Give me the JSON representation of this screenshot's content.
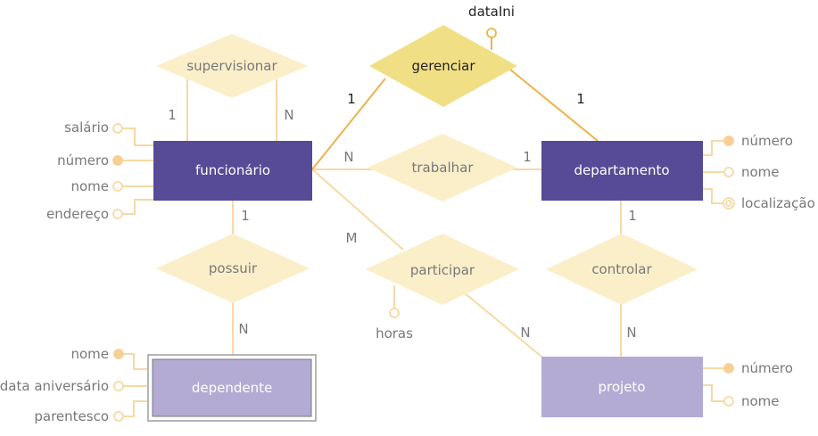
{
  "entities": {
    "funcionario": "funcionário",
    "departamento": "departamento",
    "dependente": "dependente",
    "projeto": "projeto"
  },
  "relationships": {
    "supervisionar": "supervisionar",
    "gerenciar": "gerenciar",
    "trabalhar": "trabalhar",
    "possuir": "possuir",
    "participar": "participar",
    "controlar": "controlar"
  },
  "attributes": {
    "funcionario": [
      "salário",
      "número",
      "nome",
      "endereço"
    ],
    "departamento": [
      "número",
      "nome",
      "localização"
    ],
    "dependente": [
      "nome",
      "data aniversário",
      "parentesco"
    ],
    "projeto": [
      "número",
      "nome"
    ],
    "gerenciar": "dataIni",
    "participar": "horas"
  },
  "cardinalities": {
    "supervisionar_left": "1",
    "supervisionar_right": "N",
    "gerenciar_funcionario": "1",
    "gerenciar_departamento": "1",
    "trabalhar_funcionario": "N",
    "trabalhar_departamento": "1",
    "participar_funcionario": "M",
    "participar_projeto": "N",
    "possuir_funcionario": "1",
    "possuir_dependente": "N",
    "controlar_departamento": "1",
    "controlar_projeto": "N"
  },
  "colors": {
    "strong_entity": "#574a96",
    "weak_entity": "#b3abd4",
    "relationship": "#fbefc9",
    "highlight_relationship": "#f1df86",
    "line_light": "#f7d9a4",
    "line_highlight": "#efb24a",
    "key_dot": "#f7cf94"
  }
}
